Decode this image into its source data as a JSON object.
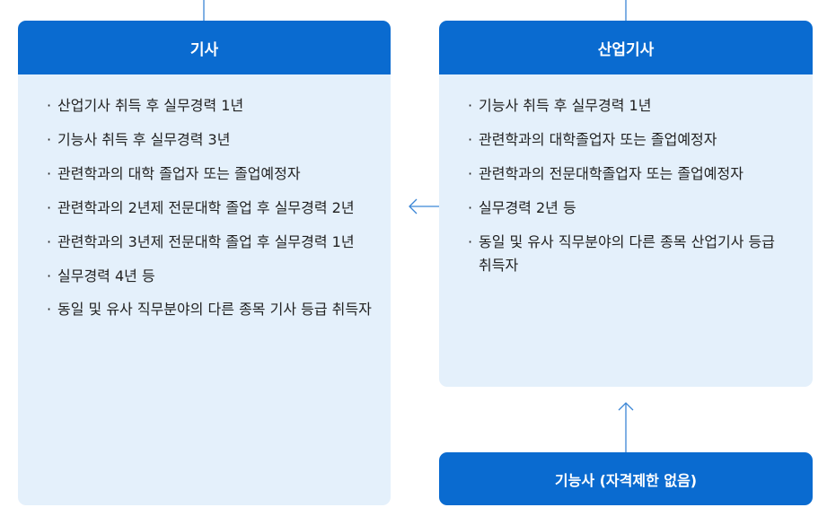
{
  "left_box": {
    "title": "기사",
    "items": [
      "산업기사 취득 후 실무경력 1년",
      "기능사 취득 후 실무경력 3년",
      "관련학과의 대학 졸업자 또는 졸업예정자",
      "관련학과의 2년제 전문대학 졸업 후 실무경력 2년",
      "관련학과의 3년제 전문대학 졸업 후 실무경력 1년",
      "실무경력 4년 등",
      "동일 및 유사 직무분야의 다른 종목 기사 등급 취득자"
    ]
  },
  "right_box": {
    "title": "산업기사",
    "items": [
      "기능사 취득 후 실무경력 1년",
      "관련학과의 대학졸업자 또는 졸업예정자",
      "관련학과의 전문대학졸업자 또는 졸업예정자",
      "실무경력 2년 등",
      "동일 및 유사 직무분야의 다른 종목 산업기사 등급 취득자"
    ]
  },
  "bottom_box": {
    "title": "기능사 (자격제한 없음)"
  },
  "colors": {
    "header_blue": "#0a6bd0",
    "box_background": "#e4f0fb",
    "connector": "#3b86d6"
  }
}
